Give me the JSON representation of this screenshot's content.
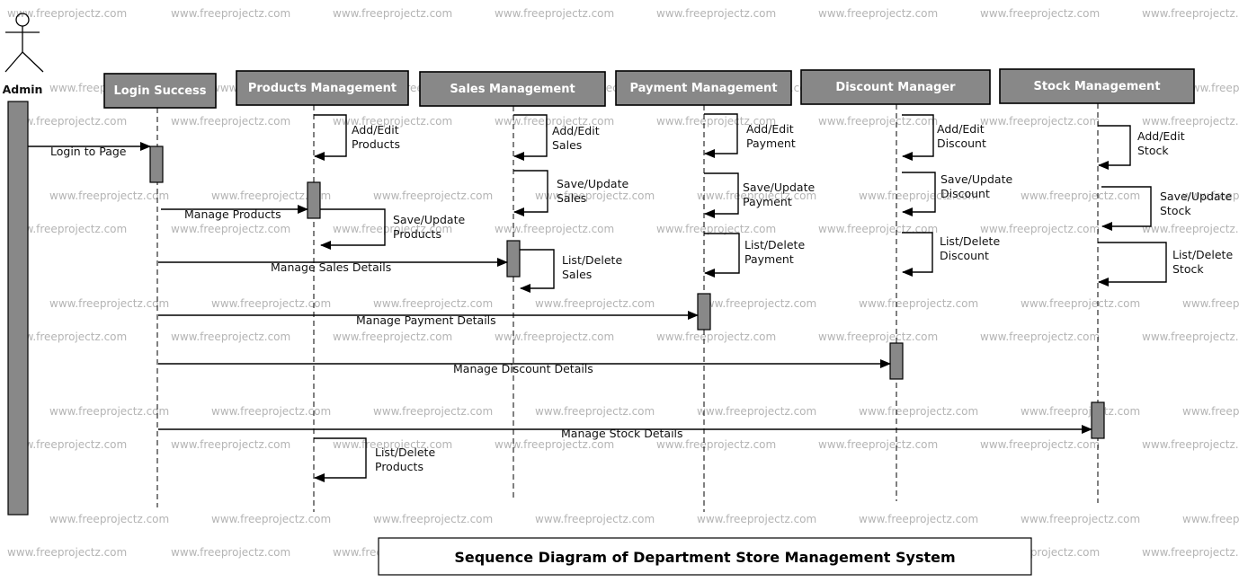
{
  "diagram": {
    "type": "sequence",
    "title": "Sequence Diagram of Department Store Management System",
    "watermark": "www.freeprojectz.com",
    "actor": {
      "name": "Admin"
    },
    "lifelines": [
      {
        "id": "login",
        "label": "Login Success"
      },
      {
        "id": "products",
        "label": "Products Management"
      },
      {
        "id": "sales",
        "label": "Sales Management"
      },
      {
        "id": "payment",
        "label": "Payment Management"
      },
      {
        "id": "discount",
        "label": "Discount Manager"
      },
      {
        "id": "stock",
        "label": "Stock Management"
      }
    ],
    "messages": [
      {
        "id": "login-to-page",
        "from": "admin",
        "to": "login",
        "label": "Login to Page"
      },
      {
        "id": "manage-products",
        "from": "login",
        "to": "products",
        "label": "Manage Products"
      },
      {
        "id": "manage-sales-details",
        "from": "login",
        "to": "sales",
        "label": "Manage Sales Details"
      },
      {
        "id": "manage-payment-details",
        "from": "login",
        "to": "payment",
        "label": "Manage Payment Details"
      },
      {
        "id": "manage-discount-details",
        "from": "login",
        "to": "discount",
        "label": "Manage Discount Details"
      },
      {
        "id": "manage-stock-details",
        "from": "login",
        "to": "stock",
        "label": "Manage Stock Details"
      }
    ],
    "self_messages": [
      {
        "id": "products-add-edit",
        "on": "products",
        "label": [
          "Add/Edit",
          "Products"
        ]
      },
      {
        "id": "products-save-update",
        "on": "products",
        "label": [
          "Save/Update",
          "Products"
        ]
      },
      {
        "id": "products-list-delete",
        "on": "products",
        "label": [
          "List/Delete",
          "Products"
        ]
      },
      {
        "id": "sales-add-edit",
        "on": "sales",
        "label": [
          "Add/Edit",
          "Sales"
        ]
      },
      {
        "id": "sales-save-update",
        "on": "sales",
        "label": [
          "Save/Update",
          "Sales"
        ]
      },
      {
        "id": "sales-list-delete",
        "on": "sales",
        "label": [
          "List/Delete",
          "Sales"
        ]
      },
      {
        "id": "payment-add-edit",
        "on": "payment",
        "label": [
          "Add/Edit",
          "Payment"
        ]
      },
      {
        "id": "payment-save-update",
        "on": "payment",
        "label": [
          "Save/Update",
          "Payment"
        ]
      },
      {
        "id": "payment-list-delete",
        "on": "payment",
        "label": [
          "List/Delete",
          "Payment"
        ]
      },
      {
        "id": "discount-add-edit",
        "on": "discount",
        "label": [
          "Add/Edit",
          "Discount"
        ]
      },
      {
        "id": "discount-save-update",
        "on": "discount",
        "label": [
          "Save/Update",
          "Discount"
        ]
      },
      {
        "id": "discount-list-delete",
        "on": "discount",
        "label": [
          "List/Delete",
          "Discount"
        ]
      },
      {
        "id": "stock-add-edit",
        "on": "stock",
        "label": [
          "Add/Edit",
          "Stock"
        ]
      },
      {
        "id": "stock-save-update",
        "on": "stock",
        "label": [
          "Save/Update",
          "Stock"
        ]
      },
      {
        "id": "stock-list-delete",
        "on": "stock",
        "label": [
          "List/Delete",
          "Stock"
        ]
      }
    ]
  },
  "colors": {
    "header_fill": "#888888",
    "activation_fill": "#888888",
    "line": "#000000",
    "watermark": "#b4b4b4"
  }
}
